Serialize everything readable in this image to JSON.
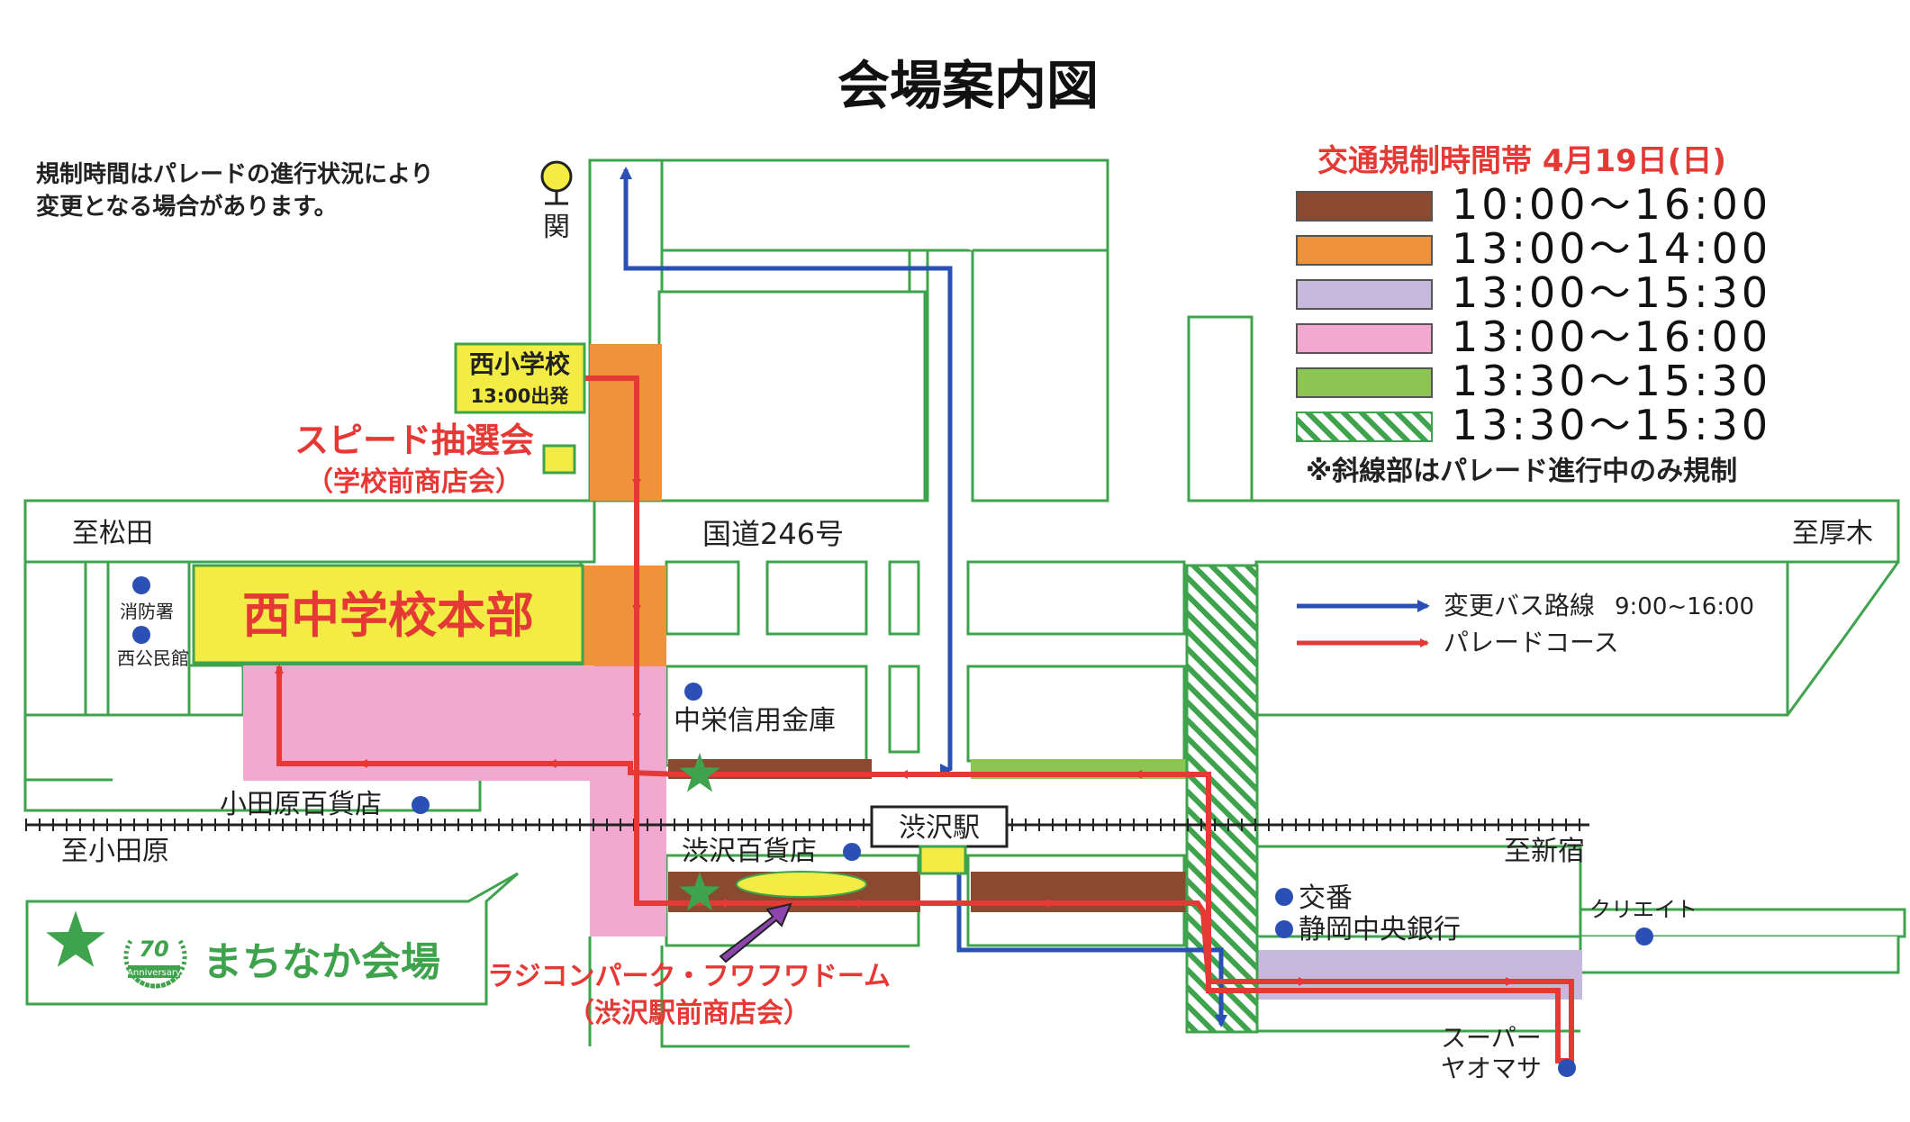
{
  "title": "会場案内図",
  "notice": [
    "規制時間はパレードの進行状況により",
    "変更となる場合があります。"
  ],
  "legend": {
    "heading": "交通規制時間帯 4月19日(日)",
    "items": [
      {
        "time": "10:00〜16:00",
        "color": "#8b4a2f"
      },
      {
        "time": "13:00〜14:00",
        "color": "#f0923a"
      },
      {
        "time": "13:00〜15:30",
        "color": "#c7b8de"
      },
      {
        "time": "13:00〜16:00",
        "color": "#f2a8cf"
      },
      {
        "time": "13:30〜15:30",
        "color": "#8bc653"
      },
      {
        "time": "13:30〜15:30",
        "color": "hatched-green"
      }
    ],
    "note": "※斜線部はパレード進行中のみ規制"
  },
  "route_legend": {
    "bus": "変更バス路線",
    "bus_time": "9:00~16:00",
    "parade": "パレードコース",
    "bus_color": "#2a4fb5",
    "parade_color": "#e53935"
  },
  "labels": {
    "seki_icon": "関",
    "nishi_elem": "西小学校",
    "departure": "13:00出発",
    "speed_lottery": "スピード抽選会",
    "speed_lottery_sub": "（学校前商店会）",
    "to_matsuda": "至松田",
    "route246": "国道246号",
    "to_atsugi": "至厚木",
    "hq": "西中学校本部",
    "fire_station": "消防署",
    "community_hall": "西公民館",
    "credit_union": "中栄信用金庫",
    "odawara_dept": "小田原百貨店",
    "to_odawara": "至小田原",
    "shibusawa_dept": "渋沢百貨店",
    "station": "渋沢駅",
    "to_shinjuku": "至新宿",
    "police_box": "交番",
    "bank": "静岡中央銀行",
    "create": "クリエイト",
    "supermarket": [
      "スーパー",
      "ヤオマサ"
    ],
    "radicon": "ラジコンパーク・フワフワドーム",
    "radicon_sub": "（渋沢駅前商店会）",
    "machinaka": "まちなか会場",
    "anniv_num": "70",
    "anniv_text": "Anniversary"
  },
  "colors": {
    "brown": "#8b4a2f",
    "orange": "#f0923a",
    "lavender": "#c7b8de",
    "pink": "#f2a8cf",
    "green": "#8bc653",
    "block_outline": "#3fa34d",
    "yellow": "#f2ec45",
    "star": "#3fa34d",
    "red": "#e53935",
    "blue": "#2a4fb5",
    "dot": "#2a4fb5",
    "purple_arrow": "#8e44ad"
  }
}
